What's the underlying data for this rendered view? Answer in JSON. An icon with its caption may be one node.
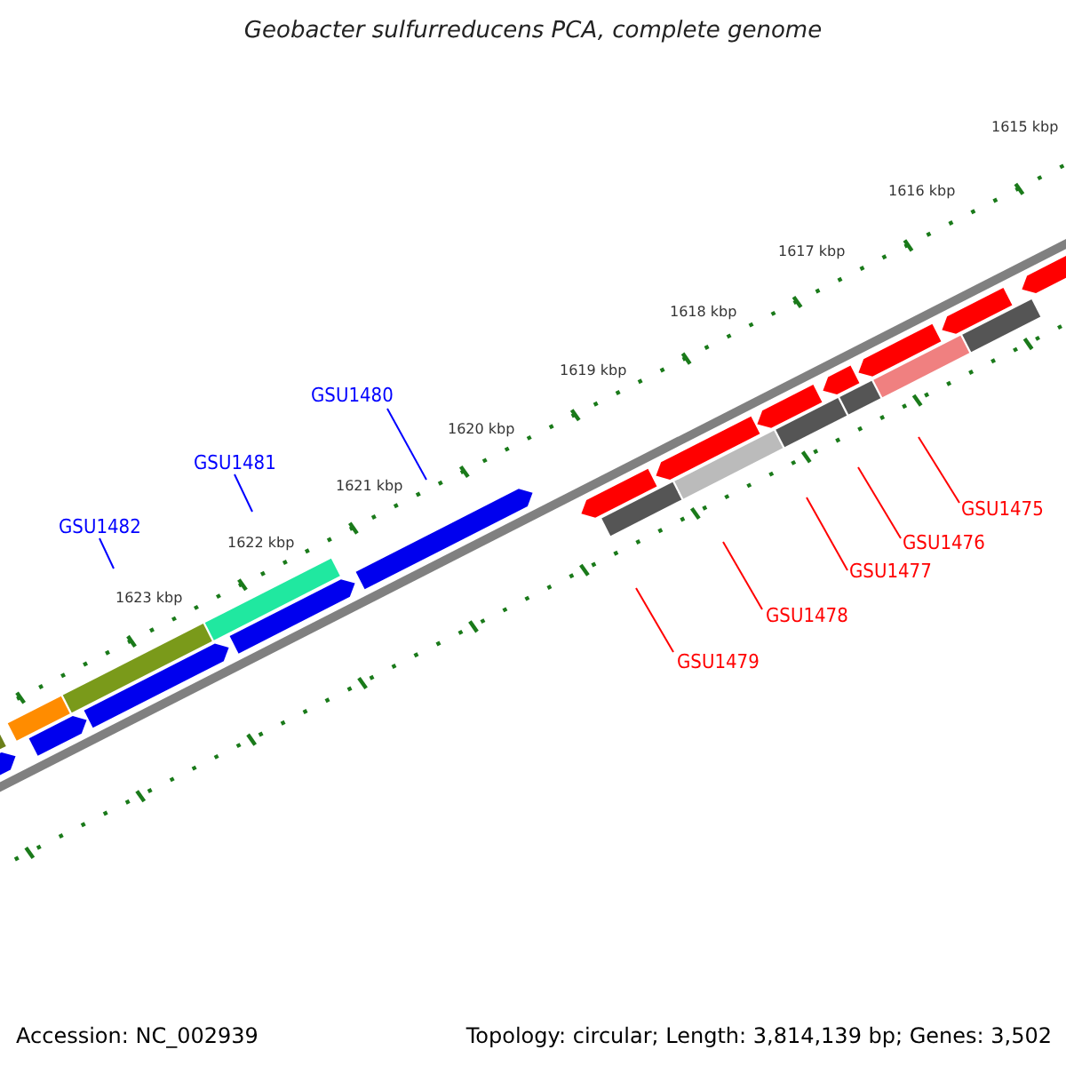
{
  "diagram": {
    "title": "Geobacter sulfurreducens PCA, complete genome",
    "nodes": [
      {
        "text": [
          "GSU1482"
        ]
      },
      {
        "text": [
          "GSU1481"
        ]
      },
      {
        "text": [
          "GSU1480"
        ]
      },
      {
        "text": [
          "GSU1479"
        ]
      },
      {
        "text": [
          "GSU1478"
        ]
      },
      {
        "text": [
          "GSU1477"
        ]
      },
      {
        "text": [
          "GSU1476"
        ]
      },
      {
        "text": [
          "GSU1475"
        ]
      }
    ],
    "edges": [
      {
        "from": 0,
        "to": null,
        "arrow": "none",
        "color": "#0000ff"
      },
      {
        "from": 1,
        "to": null,
        "arrow": "none",
        "color": "#0000ff"
      },
      {
        "from": 2,
        "to": null,
        "arrow": "none",
        "color": "#0000ff"
      },
      {
        "from": 3,
        "to": null,
        "arrow": "none"
      },
      {
        "from": 4,
        "to": null,
        "arrow": "none"
      },
      {
        "from": 5,
        "to": null,
        "arrow": "none"
      },
      {
        "from": 6,
        "to": null,
        "arrow": "none"
      },
      {
        "from": 7,
        "to": null,
        "arrow": "none"
      }
    ],
    "labels": [
      "1615 kbp",
      "1616 kbp",
      "1617 kbp",
      "1618 kbp",
      "1619 kbp",
      "1620 kbp",
      "1621 kbp",
      "1622 kbp",
      "1623 kbp",
      "Accession: NC_002939",
      "Topology: circular; Length: 3,814,139 bp; Genes: 3,502"
    ]
  }
}
